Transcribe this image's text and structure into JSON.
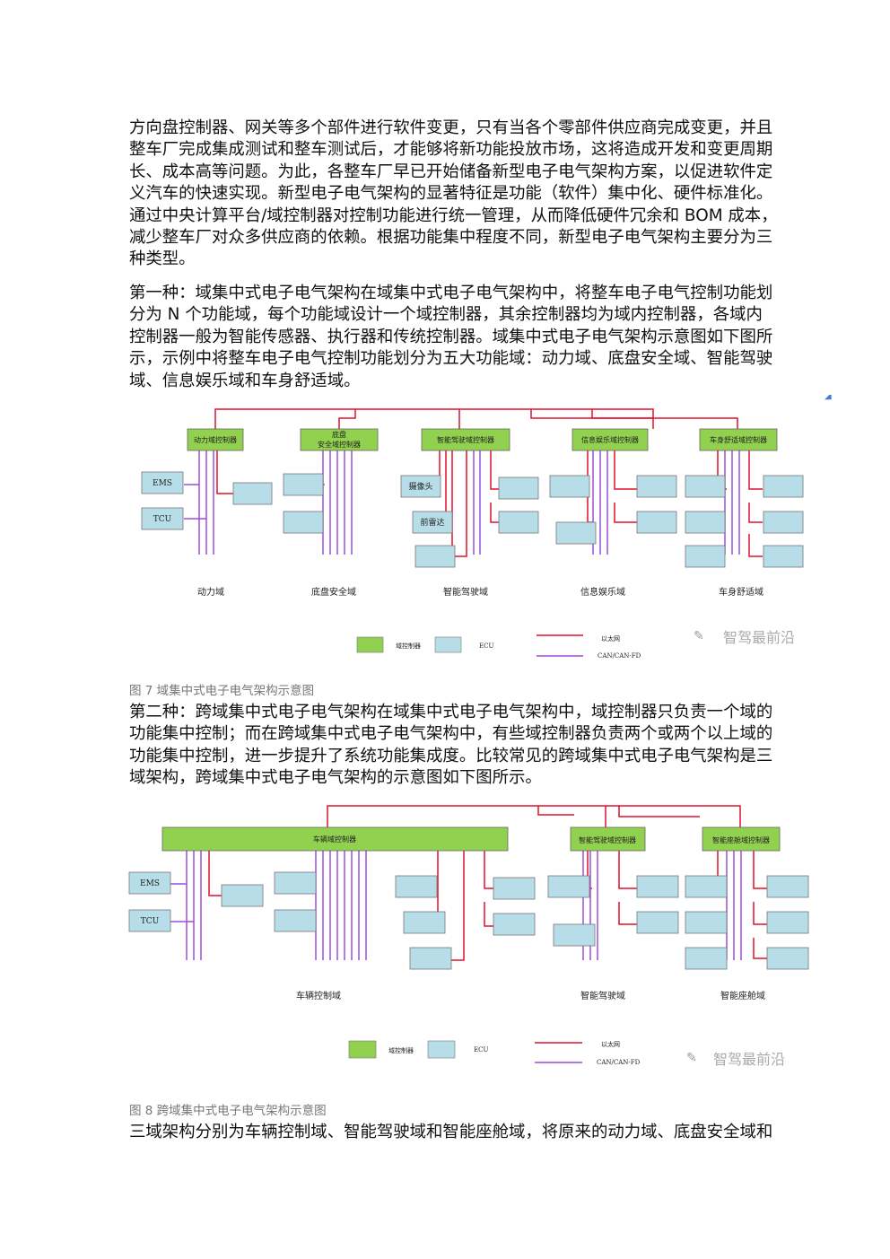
{
  "paragraphs": [
    "方向盘控制器、网关等多个部件进行软件变更，只有当各个零部件供应商完成变更，并且\n整车厂完成集成测试和整车测试后，才能够将新功能投放市场，这将造成开发和变更周期\n长、成本高等问题。为此，各整车厂早已开始储备新型电子电气架构方案，以促进软件定\n义汽车的快速实现。新型电子电气架构的显著特征是功能（软件）集中化、硬件标准化。\n通过中央计算平台/域控制器对控制功能进行统一管理，从而降低硬件冗余和 BOM 成本，\n减少整车厂对众多供应商的依赖。根据功能集中程度不同，新型电子电气架构主要分为三\n种类型。",
    "第一种：域集中式电子电气架构在域集中式电子电气架构中，将整车电子电气控制功能划\n分为 N 个功能域，每个功能域设计一个域控制器，其余控制器均为域内控制器，各域内\n控制器一般为智能传感器、执行器和传统控制器。域集中式电子电气架构示意图如下图所\n示，示例中将整车电子电气控制功能划分为五大功能域：动力域、底盘安全域、智能驾驶\n域、信息娱乐域和车身舒适域。",
    "第二种：跨域集中式电子电气架构在域集中式电子电气架构中，域控制器只负责一个域的\n功能集中控制；而在跨域集中式电子电气架构中，有些域控制器负责两个或两个以上域的\n功能集中控制，进一步提升了系统功能集成度。比较常见的跨域集中式电子电气架构是三\n域架构，跨域集中式电子电气架构的示意图如下图所示。",
    "三域架构分别为车辆控制域、智能驾驶域和智能座舱域，将原来的动力域、底盘安全域和"
  ],
  "figure7": {
    "caption": "图 7 域集中式电子电气架构示意图",
    "controllers": [
      "动力域控制器",
      "底盘\n安全域控制器",
      "智能驾驶域控制器",
      "信息娱乐域控制器",
      "车身舒适域控制器"
    ],
    "ecu_labels": [
      "EMS",
      "TCU",
      "摄像头",
      "前雷达"
    ],
    "domains": [
      "动力域",
      "底盘安全域",
      "智能驾驶域",
      "信息娱乐域",
      "车身舒适域"
    ]
  },
  "figure8": {
    "caption": "图 8 跨域集中式电子电气架构示意图",
    "controllers": [
      "车辆域控制器",
      "智能驾驶域控制器",
      "智能座舱域控制器"
    ],
    "ecu_labels": [
      "EMS",
      "TCU"
    ],
    "domains": [
      "车辆控制域",
      "智能驾驶域",
      "智能座舱域"
    ]
  },
  "legend": {
    "domain_controller": "域控制器",
    "ecu": "ECU",
    "ethernet": "以太网",
    "can": "CAN/CAN-FD"
  },
  "watermark": "智驾最前沿",
  "colors": {
    "controller_fill": "#92d050",
    "ecu_fill": "#b7dde8",
    "ethernet_line": "#e0112b",
    "can_line": "#9b4fd6"
  }
}
